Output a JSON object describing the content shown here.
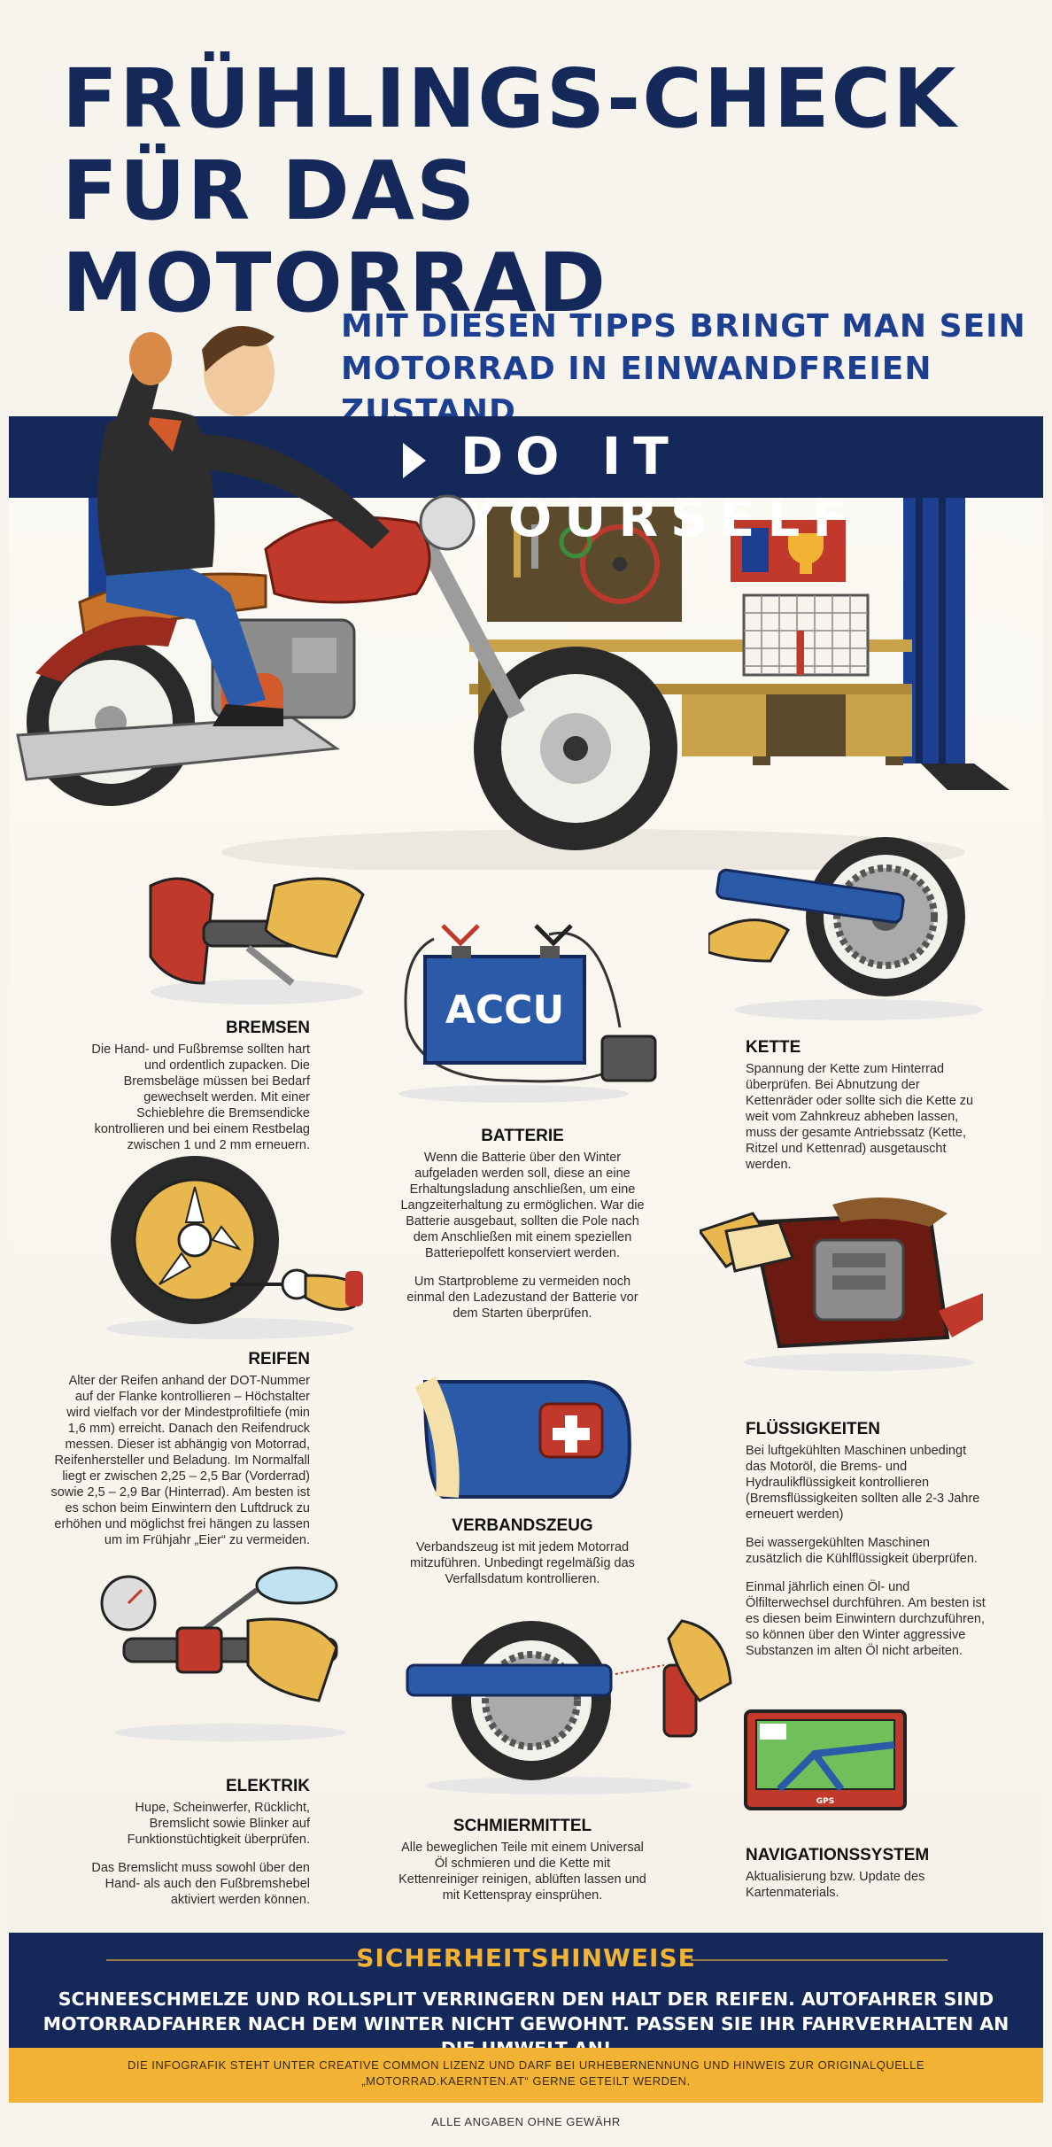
{
  "header": {
    "title_line1": "FRÜHLINGS-CHECK",
    "title_line2": "FÜR DAS MOTORRAD",
    "subtitle_line1": "MIT DIESEN TIPPS BRINGT MAN SEIN",
    "subtitle_line2": "MOTORRAD IN EINWANDFREIEN ZUSTAND"
  },
  "banner": {
    "label": "DO IT YOURSELF"
  },
  "illustrations": {
    "battery_label": "ACCU",
    "gps_label": "GPS"
  },
  "sections": {
    "bremsen": {
      "title": "BREMSEN",
      "text": "Die Hand- und Fußbremse sollten hart und ordentlich zupacken. Die Bremsbeläge müssen bei Bedarf gewechselt werden. Mit einer Schieblehre die Bremsendicke kontrollieren und bei einem Restbelag zwischen 1 und 2 mm erneuern."
    },
    "batterie": {
      "title": "BATTERIE",
      "text1": "Wenn die Batterie über den Winter aufgeladen werden soll, diese an eine Erhaltungsladung anschließen, um eine Langzeiterhaltung zu ermöglichen. War die Batterie ausgebaut, sollten die Pole nach dem Anschließen mit einem speziellen Batteriepolfett konserviert werden.",
      "text2": "Um Startprobleme zu vermeiden noch einmal den Ladezustand der Batterie vor dem Starten überprüfen."
    },
    "kette": {
      "title": "KETTE",
      "text": "Spannung der Kette zum Hinterrad überprüfen. Bei Abnutzung der Kettenräder oder sollte sich die Kette zu weit vom Zahnkreuz abheben lassen, muss der gesamte Antriebssatz (Kette, Ritzel und Kettenrad) ausgetauscht werden."
    },
    "reifen": {
      "title": "REIFEN",
      "text": "Alter der Reifen anhand der DOT-Nummer auf der Flanke kontrollieren – Höchstalter wird vielfach vor der Mindestprofiltiefe (min 1,6 mm) erreicht. Danach den Reifendruck messen. Dieser ist abhängig von Motorrad, Reifenhersteller und Beladung. Im Normalfall liegt er zwischen 2,25 – 2,5 Bar (Vorderrad) sowie 2,5 – 2,9 Bar (Hinterrad). Am besten ist es schon beim Einwintern den Luftdruck zu erhöhen und möglichst frei hängen zu lassen um im Frühjahr „Eier“ zu vermeiden."
    },
    "verbandszeug": {
      "title": "VERBANDSZEUG",
      "text": "Verbandszeug ist mit jedem Motorrad mitzuführen. Unbedingt regelmäßig das Verfallsdatum kontrollieren."
    },
    "fluessigkeiten": {
      "title": "FLÜSSIGKEITEN",
      "text1": "Bei luftgekühlten Maschinen unbedingt das Motoröl, die Brems- und Hydraulikflüssigkeit kontrollieren (Bremsflüssigkeiten sollten alle 2-3 Jahre erneuert werden)",
      "text2": "Bei wassergekühlten Maschinen zusätzlich die Kühlflüssigkeit überprüfen.",
      "text3": "Einmal jährlich einen Öl- und Ölfilterwechsel durchführen. Am besten ist es diesen beim Einwintern durchzuführen, so können über den Winter aggressive Substanzen im alten Öl nicht arbeiten."
    },
    "elektrik": {
      "title": "ELEKTRIK",
      "text1": "Hupe, Scheinwerfer, Rücklicht, Bremslicht sowie Blinker auf Funktionstüchtigkeit überprüfen.",
      "text2": "Das Bremslicht muss sowohl über den Hand- als auch den Fußbremshebel aktiviert werden können."
    },
    "schmiermittel": {
      "title": "SCHMIERMITTEL",
      "text": "Alle beweglichen Teile mit einem Universal Öl schmieren und die Kette mit Kettenreiniger reinigen, ablüften lassen und mit Kettenspray einsprühen."
    },
    "navigation": {
      "title": "NAVIGATIONSSYSTEM",
      "text": "Aktualisierung bzw. Update des Kartenmaterials."
    }
  },
  "safety": {
    "title": "SICHERHEITSHINWEISE",
    "text": "SCHNEESCHMELZE UND ROLLSPLIT VERRINGERN DEN HALT DER REIFEN. AUTOFAHRER SIND MOTORRADFAHRER NACH DEM WINTER NICHT GEWOHNT. PASSEN SIE IHR FAHRVERHALTEN AN DIE UMWELT AN!"
  },
  "footer": {
    "license_line1": "DIE INFOGRAFIK STEHT UNTER CREATIVE COMMON LIZENZ UND DARF BEI URHEBERNENNUNG UND HINWEIS ZUR ORIGINALQUELLE",
    "license_line2": "„MOTORRAD.KAERNTEN.AT“ GERNE GETEILT WERDEN.",
    "disclaimer": "ALLE ANGABEN OHNE GEWÄHR"
  }
}
